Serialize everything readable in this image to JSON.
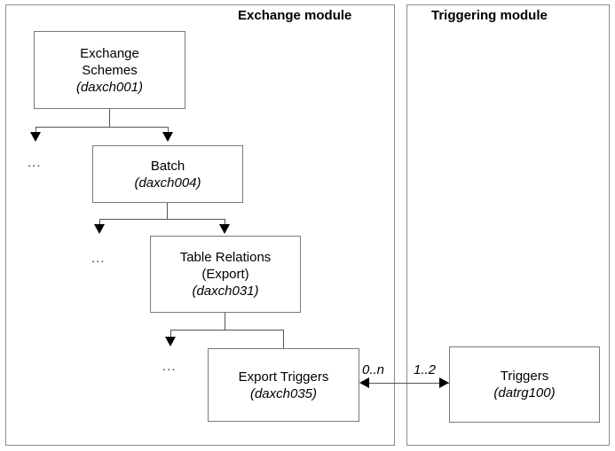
{
  "diagram": {
    "modules": [
      {
        "id": "exchange",
        "title": "Exchange module"
      },
      {
        "id": "triggering",
        "title": "Triggering module"
      }
    ],
    "entities": [
      {
        "id": "exchange-schemes",
        "name_line1": "Exchange",
        "name_line2": "Schemes",
        "code": "(daxch001)"
      },
      {
        "id": "batch",
        "name_line1": "Batch",
        "code": "(daxch004)"
      },
      {
        "id": "table-relations",
        "name_line1": "Table Relations",
        "name_line2": "(Export)",
        "code": "(daxch031)"
      },
      {
        "id": "export-triggers",
        "name_line1": "Export Triggers",
        "code": "(daxch035)"
      },
      {
        "id": "triggers",
        "name_line1": "Triggers",
        "code": "(datrg100)"
      }
    ],
    "ellipses": [
      {
        "id": "ellipsis-1",
        "text": "..."
      },
      {
        "id": "ellipsis-2",
        "text": "..."
      },
      {
        "id": "ellipsis-3",
        "text": "..."
      }
    ],
    "cardinalities": [
      {
        "id": "export-triggers-side",
        "text": "0..n"
      },
      {
        "id": "triggers-side",
        "text": "1..2"
      }
    ],
    "colors": {
      "panel_border": "#8c8c8c",
      "box_border": "#7a7a7a",
      "line": "#555555",
      "arrow": "#000000",
      "text": "#000000",
      "background": "#ffffff"
    }
  }
}
